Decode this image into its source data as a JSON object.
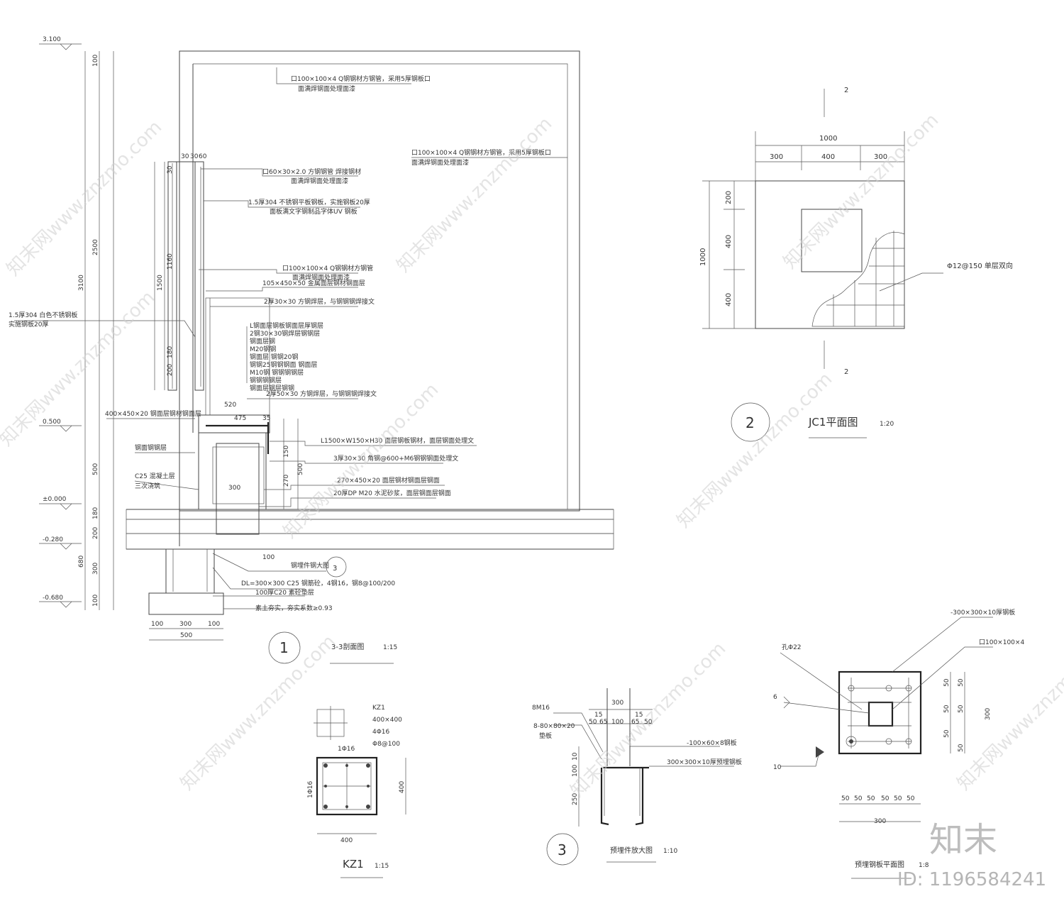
{
  "watermark": {
    "text": "知末网www.znzmo.com",
    "brand": "知末",
    "id_label": "ID: 1196584241"
  },
  "section_1": {
    "number": "1",
    "title": "3-3剖面图",
    "scale": "1:15",
    "elevations": [
      "3.100",
      "0.500",
      "±0.000",
      "-0.280",
      "-0.680"
    ],
    "vertical_dims": [
      "100",
      "2500",
      "3100",
      "500",
      "180",
      "200",
      "300",
      "680",
      "100"
    ],
    "inner_dims": [
      "1500",
      "1160",
      "180",
      "200",
      "30",
      "30",
      "30",
      "60"
    ],
    "top_dims": [
      "520",
      "475",
      "35"
    ],
    "right_dims": [
      "150",
      "500",
      "270",
      "300",
      "100"
    ],
    "bottom_dims": [
      "100",
      "300",
      "100",
      "500"
    ],
    "notes_top": [
      "口100×100×4 Q钢钢材方钢管，采用5厚钢板口",
      "面满焊钢面处理面漆",
      "口100×100×4 Q钢钢材方钢管，采用5厚钢板口",
      "面满焊钢面处理面漆",
      "口60×30×2.0 方钢钢管 焊接钢材",
      "面满焊钢面处理面漆",
      "1.5厚304 不锈钢平板钢板，实施钢板20厚",
      "面板满文字钢制品字体UV 钢板",
      "口100×100×4 Q钢钢材方钢管",
      "面满焊钢面处理面漆",
      "105×450×50 金属面层钢材钢面层",
      "2厚30×30 方钢焊层，与钢钢钢焊接文"
    ],
    "notes_layers": [
      "L钢面层钢板钢面层厚钢层",
      "2钢30×30钢焊层钢钢层",
      "钢面层钢",
      "M20钢钢",
      "钢面层 钢钢20钢",
      "钢钢25钢钢钢面 钢面层",
      "M10钢 钢钢钢钢层",
      "钢钢钢钢层",
      "钢面层钢层钢钢",
      "2厚50×30 方钢焊层，与钢钢钢焊接文"
    ],
    "notes_right": [
      "L1500×W150×H30 面层钢板钢材，面层钢面处理文",
      "3厚30×30 角钢@600+M6钢钢钢面处理文",
      "270×450×20 面层钢材钢面层钢面",
      "20厚DP M20 水泥砂浆，面层钢面层钢面"
    ],
    "notes_left": [
      "1.5厚304 白色不锈钢板",
      "实施钢板20厚",
      "400×450×20 钢面层钢材钢面层",
      "钢面钢钢层",
      "C25 混凝土层",
      "三次浇筑"
    ],
    "notes_bottom": [
      "钢埋件钢大图",
      "DL=300×300 C25 钢筋砼，4钢16，钢8@100/200",
      "100厚C20 素砼垫层",
      "素土夯实，夯实系数≥0.93"
    ],
    "callout": "3"
  },
  "plan_2": {
    "number": "2",
    "title": "JC1平面图",
    "scale": "1:20",
    "section_mark": "2",
    "dims_top": [
      "1000",
      "300",
      "400",
      "300"
    ],
    "dims_left": [
      "1000",
      "200",
      "400",
      "400"
    ],
    "rebar_note": "Φ12@150 单层双向"
  },
  "column_kz1": {
    "title": "KZ1",
    "scale": "1:15",
    "spec": [
      "KZ1",
      "400×400",
      "4Φ16",
      "Φ8@100"
    ],
    "labels": [
      "1Φ16",
      "1Φ16"
    ],
    "dims": [
      "400",
      "400"
    ]
  },
  "detail_3": {
    "number": "3",
    "title": "预埋件放大图",
    "scale": "1:10",
    "labels_left": [
      "8M16",
      "8-80×80×20",
      "垫板"
    ],
    "labels_right": [
      "-100×60×8钢板",
      "300×300×10厚预埋钢板"
    ],
    "dims_top": [
      "300",
      "15",
      "15",
      "50",
      "65",
      "100",
      "65",
      "50"
    ],
    "dims_left": [
      "10",
      "100",
      "250"
    ]
  },
  "plate_plan": {
    "title": "预埋钢板平面图",
    "scale": "1:8",
    "labels": [
      "-300×300×10厚钢板",
      "口100×100×4",
      "孔Φ22",
      "6",
      "10"
    ],
    "dims_right": [
      "50",
      "50",
      "50",
      "50",
      "50",
      "50",
      "300"
    ],
    "dims_bottom": [
      "50",
      "50",
      "50",
      "50",
      "50",
      "50",
      "300"
    ]
  }
}
